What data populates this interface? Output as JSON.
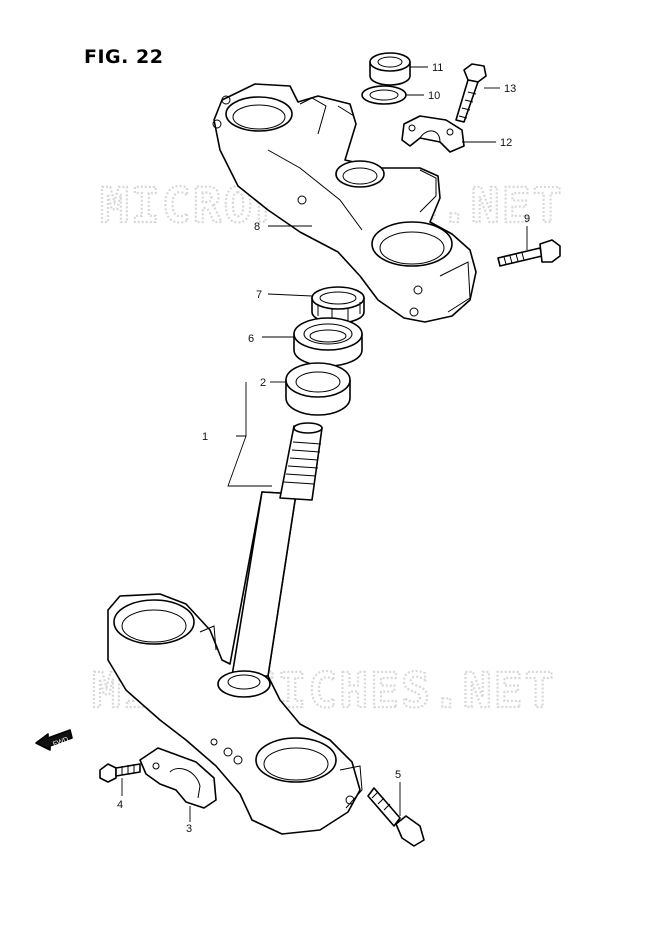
{
  "figure": {
    "title": "FIG. 22"
  },
  "watermark": {
    "text": "MICROFICHES.NET"
  },
  "direction_arrow": {
    "label": "FWD"
  },
  "callouts": [
    {
      "number": "1"
    },
    {
      "number": "2"
    },
    {
      "number": "3"
    },
    {
      "number": "4"
    },
    {
      "number": "5"
    },
    {
      "number": "6"
    },
    {
      "number": "7"
    },
    {
      "number": "8"
    },
    {
      "number": "9"
    },
    {
      "number": "10"
    },
    {
      "number": "11"
    },
    {
      "number": "12"
    },
    {
      "number": "13"
    }
  ]
}
